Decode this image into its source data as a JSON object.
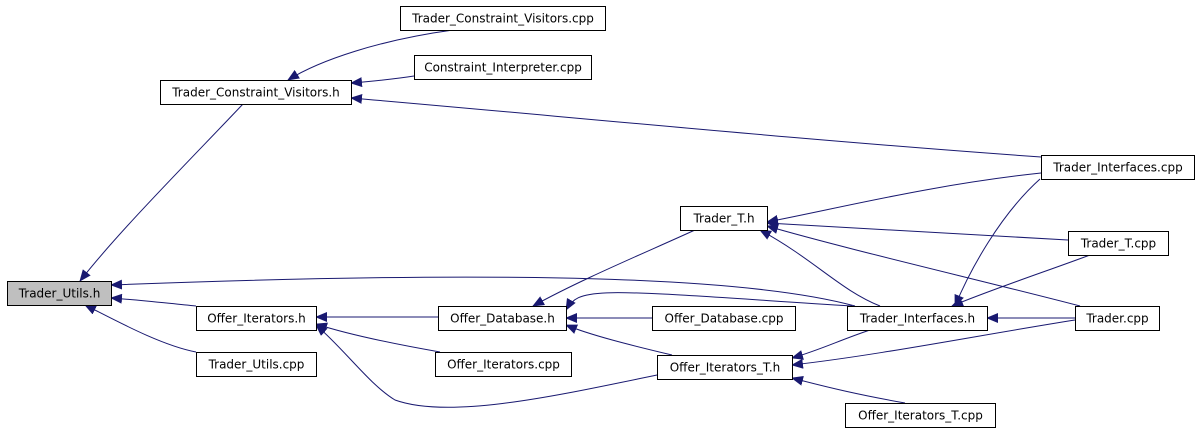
{
  "colors": {
    "edge": "#191970",
    "node_fill": "#ffffff",
    "highlight_fill": "#bfbfbf",
    "node_border": "#000000"
  },
  "nodes": {
    "trader_utils_h": "Trader_Utils.h",
    "trader_constraint_visitors_h": "Trader_Constraint_Visitors.h",
    "trader_constraint_visitors_cpp": "Trader_Constraint_Visitors.cpp",
    "constraint_interpreter_cpp": "Constraint_Interpreter.cpp",
    "trader_interfaces_cpp": "Trader_Interfaces.cpp",
    "trader_t_h": "Trader_T.h",
    "trader_t_cpp": "Trader_T.cpp",
    "offer_iterators_h": "Offer_Iterators.h",
    "offer_database_h": "Offer_Database.h",
    "offer_database_cpp": "Offer_Database.cpp",
    "trader_interfaces_h": "Trader_Interfaces.h",
    "trader_cpp": "Trader.cpp",
    "trader_utils_cpp": "Trader_Utils.cpp",
    "offer_iterators_cpp": "Offer_Iterators.cpp",
    "offer_iterators_t_h": "Offer_Iterators_T.h",
    "offer_iterators_t_cpp": "Offer_Iterators_T.cpp"
  },
  "highlighted_node": "trader_utils_h",
  "edges": [
    {
      "from": "trader_constraint_visitors_h",
      "to": "trader_utils_h"
    },
    {
      "from": "offer_iterators_h",
      "to": "trader_utils_h"
    },
    {
      "from": "trader_utils_cpp",
      "to": "trader_utils_h"
    },
    {
      "from": "trader_interfaces_h",
      "to": "trader_utils_h"
    },
    {
      "from": "trader_constraint_visitors_cpp",
      "to": "trader_constraint_visitors_h"
    },
    {
      "from": "constraint_interpreter_cpp",
      "to": "trader_constraint_visitors_h"
    },
    {
      "from": "trader_interfaces_cpp",
      "to": "trader_constraint_visitors_h"
    },
    {
      "from": "offer_database_h",
      "to": "offer_iterators_h"
    },
    {
      "from": "offer_iterators_cpp",
      "to": "offer_iterators_h"
    },
    {
      "from": "offer_iterators_t_h",
      "to": "offer_iterators_h"
    },
    {
      "from": "trader_t_h",
      "to": "offer_database_h"
    },
    {
      "from": "trader_interfaces_h",
      "to": "offer_database_h"
    },
    {
      "from": "offer_database_cpp",
      "to": "offer_database_h"
    },
    {
      "from": "offer_iterators_t_h",
      "to": "offer_database_h"
    },
    {
      "from": "trader_interfaces_cpp",
      "to": "trader_t_h"
    },
    {
      "from": "trader_t_cpp",
      "to": "trader_t_h"
    },
    {
      "from": "trader_cpp",
      "to": "trader_t_h"
    },
    {
      "from": "trader_interfaces_h",
      "to": "trader_t_h"
    },
    {
      "from": "trader_interfaces_cpp",
      "to": "trader_interfaces_h"
    },
    {
      "from": "trader_t_cpp",
      "to": "trader_interfaces_h"
    },
    {
      "from": "trader_cpp",
      "to": "trader_interfaces_h"
    },
    {
      "from": "trader_interfaces_h",
      "to": "offer_iterators_t_h"
    },
    {
      "from": "trader_cpp",
      "to": "offer_iterators_t_h"
    },
    {
      "from": "offer_iterators_t_cpp",
      "to": "offer_iterators_t_h"
    }
  ]
}
